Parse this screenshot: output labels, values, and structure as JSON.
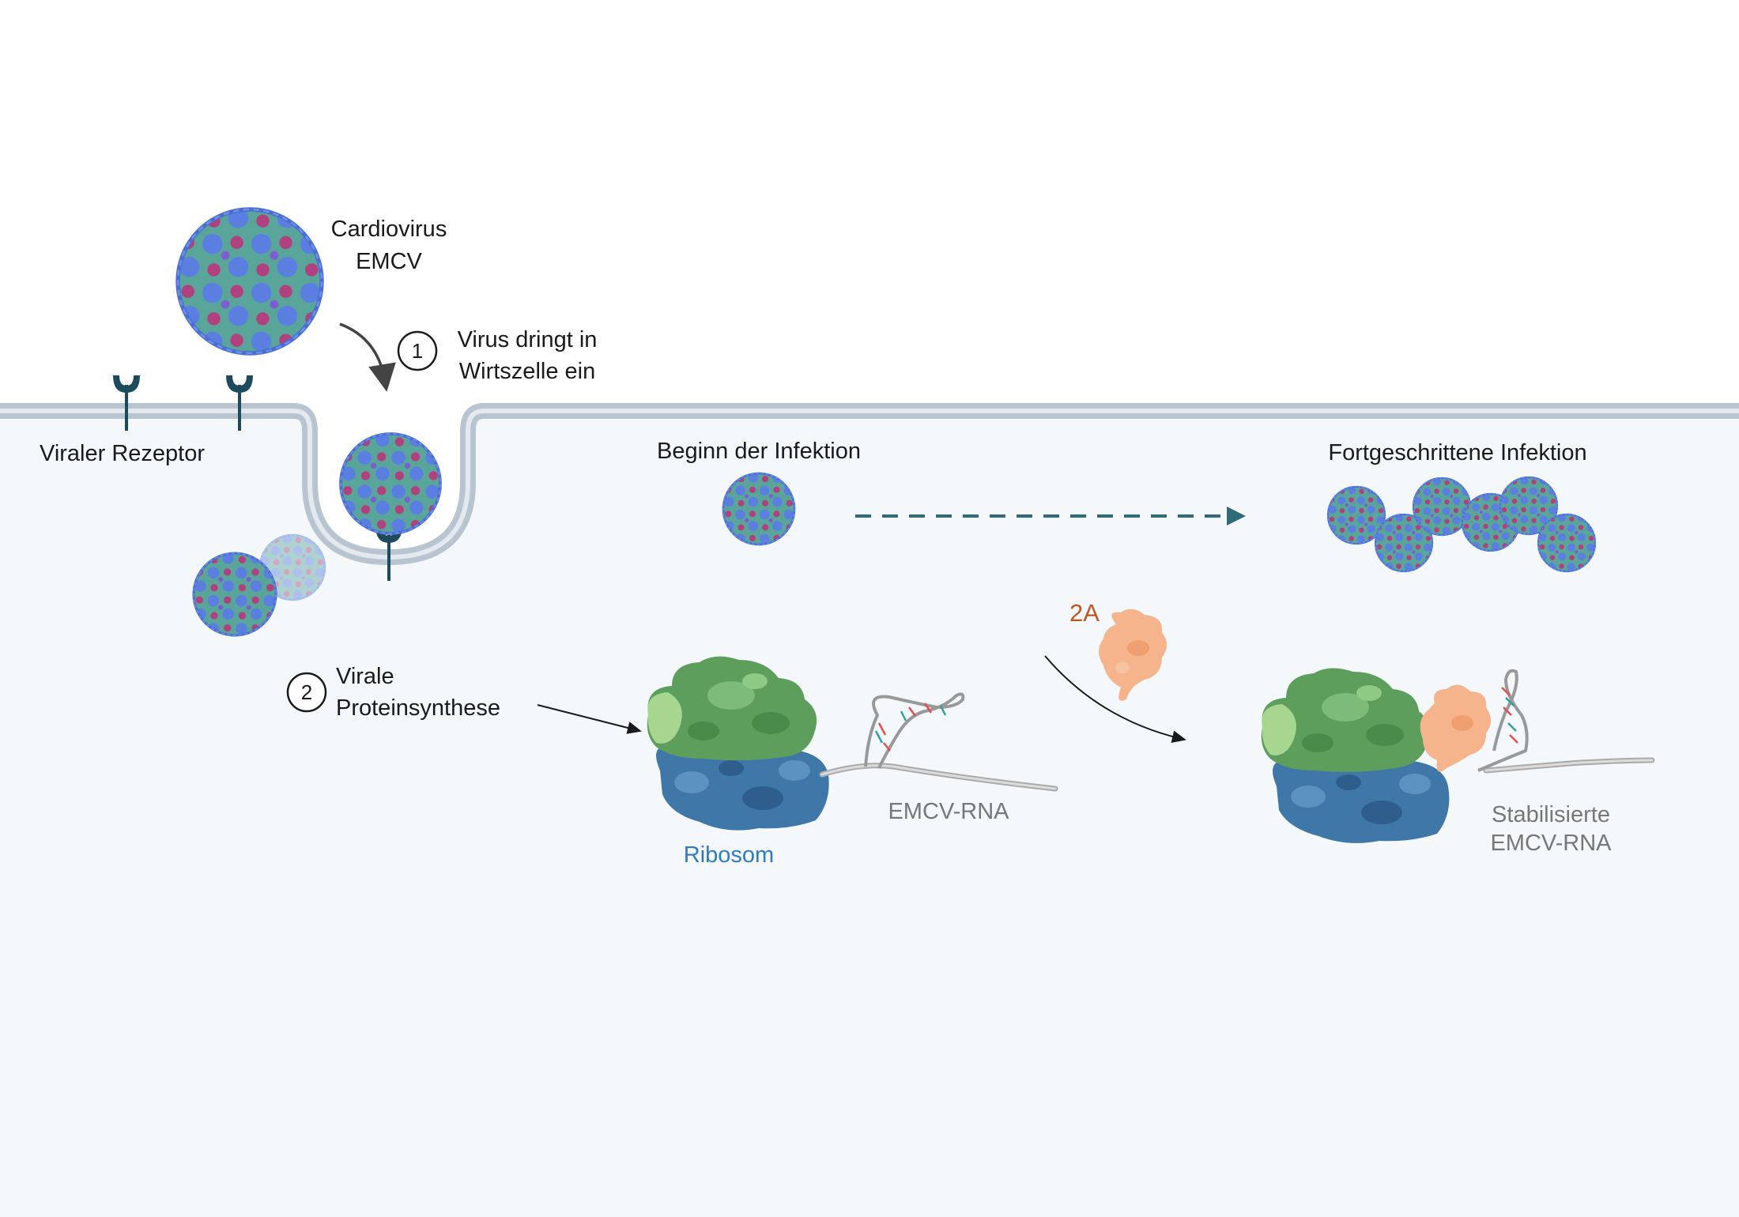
{
  "labels": {
    "virus_name_line1": "Cardiovirus",
    "virus_name_line2": "EMCV",
    "step1_number": "1",
    "step1_line1": "Virus dringt in",
    "step1_line2": "Wirtszelle ein",
    "receptor": "Viraler Rezeptor",
    "infection_start": "Beginn der Infektion",
    "infection_advanced": "Fortgeschrittene Infektion",
    "step2_number": "2",
    "step2_line1": "Virale",
    "step2_line2": "Proteinsynthese",
    "protein_2a": "2A",
    "ribosome": "Ribosom",
    "rna": "EMCV-RNA",
    "stabilized_line1": "Stabilisierte",
    "stabilized_line2": "EMCV-RNA"
  },
  "colors": {
    "membrane": "#b8c4cf",
    "cytoplasm": "#f4f8fb",
    "receptor": "#1d4a5c",
    "dashed_arrow": "#2f6b78",
    "virus_blue": "#5a7fe0",
    "virus_magenta": "#b0407e",
    "virus_teal": "#5aa59a",
    "ribosome_large": "#5e9e5c",
    "ribosome_small": "#3f78a8",
    "protein_2a": "#f5b48c"
  }
}
